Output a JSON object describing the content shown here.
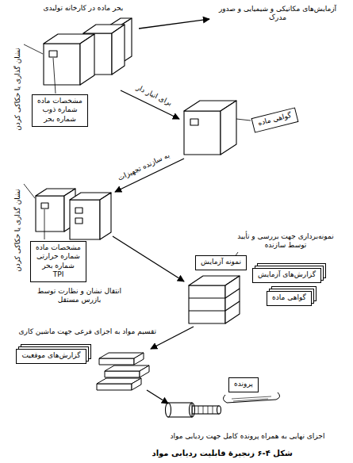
{
  "diagram": {
    "caption": "شکل ۴-۶ زنجیرهٔ قابلیت ردیابی مواد",
    "nodes": [
      {
        "text": [
          "مشخصات ماده",
          "شماره ذوب",
          "شماره بحر"
        ]
      },
      {
        "text": [
          "گواهی ماده"
        ]
      },
      {
        "text": [
          "مشخصات ماده",
          "شماره حرارتی",
          "شماره بحر",
          "TPI"
        ]
      },
      {
        "text": [
          "نمونه آزمایش"
        ]
      },
      {
        "text": [
          "گزارش‌های آزمایش"
        ]
      },
      {
        "text": [
          "گواهی ماده"
        ]
      },
      {
        "text": [
          "گزارش‌های موقعیت"
        ]
      },
      {
        "text": [
          "پرونده"
        ]
      }
    ],
    "labels": [
      "بحر ماده در کارخانه تولیدی",
      "آزمایش‌های مکانیکی و شیمیایی و صدور مدرک",
      "نشان گذاری یا حکاکی کردن",
      "برای انبار دار",
      "به سازنده تجهیزات",
      "نشان گذاری یا حکاکی کردن",
      "انتقال نشان و نظارت توسط بازرس مستقل",
      "نمونه‌برداری جهت بررسی و تأیید توسط سازنده",
      "تقسیم مواد به اجزای فرعی جهت ماشین کاری",
      "اجزای نهایی به همراه پرونده کامل جهت ردیابی مواد"
    ]
  }
}
